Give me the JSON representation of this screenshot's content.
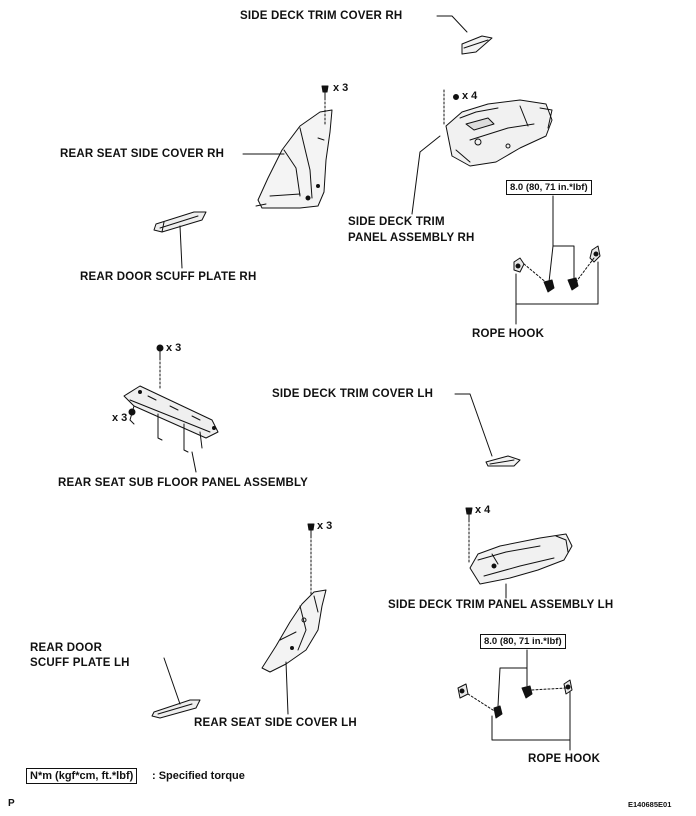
{
  "labels": {
    "side_deck_trim_cover_rh": "SIDE DECK TRIM COVER RH",
    "rear_seat_side_cover_rh": "REAR SEAT SIDE COVER RH",
    "side_deck_trim_panel_rh_line1": "SIDE DECK TRIM",
    "side_deck_trim_panel_rh_line2": "PANEL ASSEMBLY RH",
    "rear_door_scuff_plate_rh": "REAR DOOR SCUFF PLATE RH",
    "rope_hook_rh": "ROPE HOOK",
    "rear_seat_sub_floor_panel": "REAR SEAT SUB FLOOR PANEL ASSEMBLY",
    "side_deck_trim_cover_lh": "SIDE DECK TRIM COVER LH",
    "side_deck_trim_panel_lh": "SIDE DECK TRIM PANEL ASSEMBLY LH",
    "rear_door_scuff_plate_lh_line1": "REAR DOOR",
    "rear_door_scuff_plate_lh_line2": "SCUFF PLATE LH",
    "rear_seat_side_cover_lh": "REAR SEAT SIDE COVER LH",
    "rope_hook_lh": "ROPE HOOK"
  },
  "quantities": {
    "rear_seat_side_cover_rh_screws": "x 3",
    "side_deck_trim_panel_rh_clips": "x 4",
    "sub_floor_top_bolts": "x 3",
    "sub_floor_side_bolts": "x 3",
    "rear_seat_side_cover_lh_screws": "x 3",
    "side_deck_trim_panel_lh_clips": "x 4"
  },
  "torque": {
    "rope_hook_rh": "8.0 (80, 71 in.*lbf)",
    "rope_hook_lh": "8.0 (80, 71 in.*lbf)"
  },
  "legend": {
    "box": "N*m (kgf*cm, ft.*lbf)",
    "text": ": Specified torque"
  },
  "footer": {
    "left_marker": "P",
    "figure_id": "E140685E01"
  }
}
